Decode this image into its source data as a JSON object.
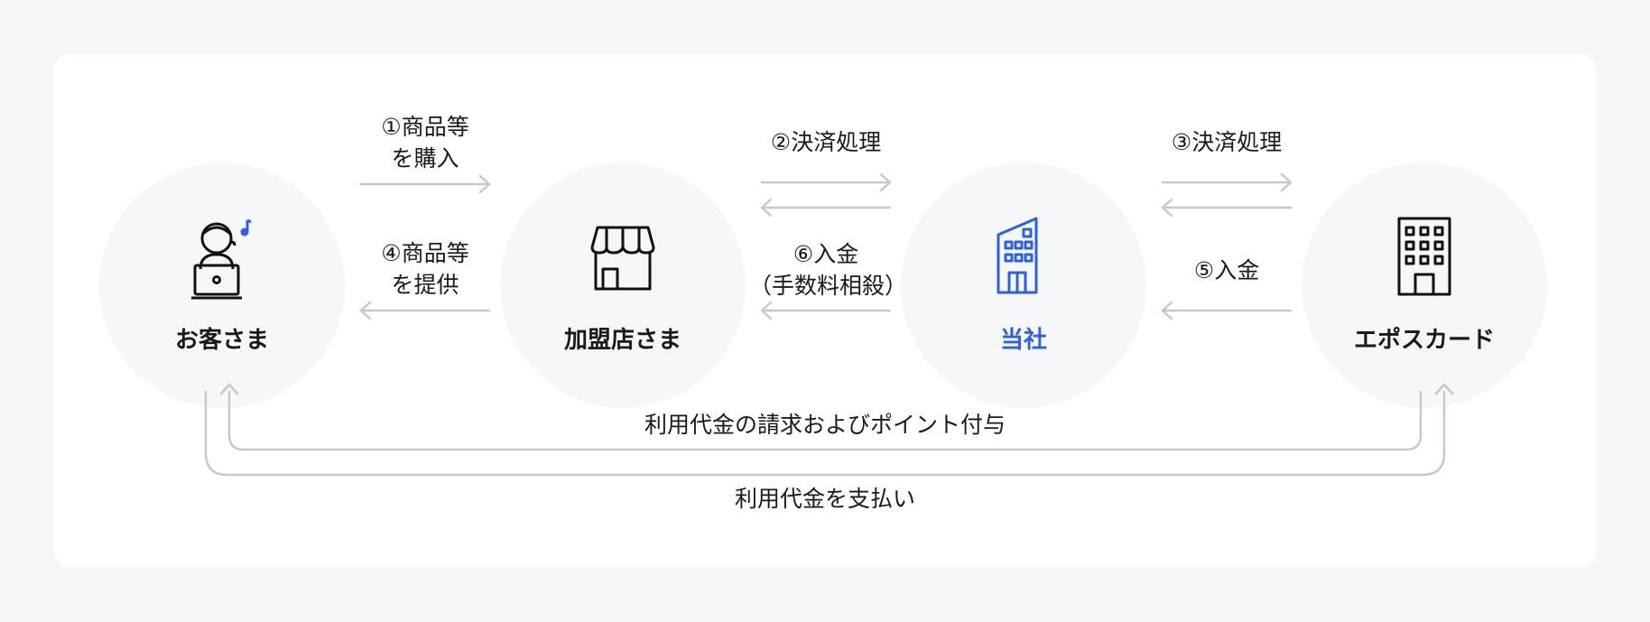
{
  "nodes": {
    "customer": "お客さま",
    "merchant": "加盟店さま",
    "company": "当社",
    "epos": "エポスカード"
  },
  "flows": {
    "step1_line1": "①商品等",
    "step1_line2": "を購入",
    "step4_line1": "④商品等",
    "step4_line2": "を提供",
    "step2": "②決済処理",
    "step6_line1": "⑥入金",
    "step6_line2": "（手数料相殺）",
    "step3": "③決済処理",
    "step5": "⑤入金",
    "billing": "利用代金の請求およびポイント付与",
    "payment": "利用代金を支払い"
  },
  "colors": {
    "accent": "#2d5fe0",
    "arrow": "#c8c8c8",
    "node_bg": "#f6f7f9"
  },
  "icons": {
    "customer": "customer-laptop-icon",
    "merchant": "storefront-icon",
    "company": "office-building-icon",
    "epos": "building-icon"
  }
}
